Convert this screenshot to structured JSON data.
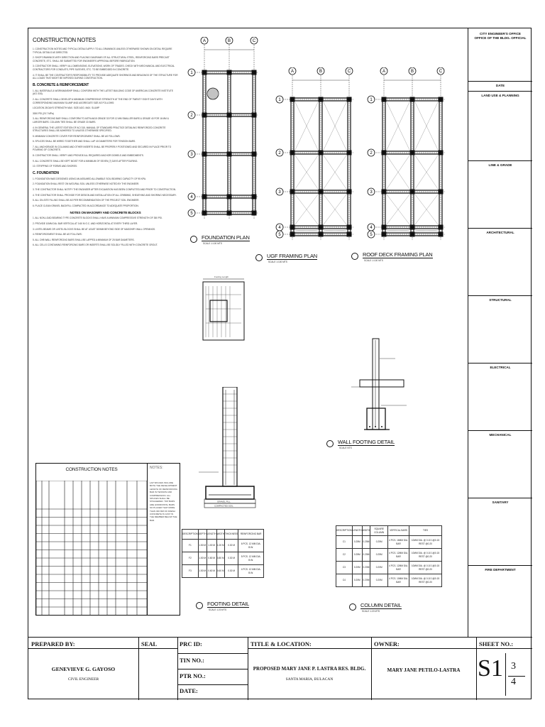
{
  "notes": {
    "title": "CONSTRUCTION NOTES",
    "general": [
      "1. CONSTRUCTION NOTES AND TYPICAL DETAILS APPLY TO ALL DRAWINGS UNLESS OTHERWISE SHOWN ON DETAIL REQUIRE TYPICAL DETAILS AS DIRECTED.",
      "2. SHOP DRAWINGS WITH DIRECTION AND PLACING DIAGRAMS OF ALL STRUCTURAL STEEL, REINFORCING BARS PRECAST CONCRETE, ETC. SHALL BE SUBMITTED FOR ENGINEER'S APPROVAL BEFORE FABRICATION.",
      "3. CONTRACTOR SHALL VERIFY ALL DIMENSIONS, ELEVATIONS, WORK OF TRADES. CHECK WITH MECHANICAL AND ELECTRICAL CONTRACTORS FOR CONDUITS, PIPE SLEEVES, ETC. TO BE EMBEDDED IN CONCRETE.",
      "4. IT SHALL BE THE CONTRACTOR'S RESPONSIBILITY TO PROVIDE ADEQUATE SHORINGS AND BRACINGS OF THE STRUCTURE FOR ALL LOADS THAT MIGHT BE IMPOSED DURING CONSTRUCTION."
    ],
    "section_b": "B. CONCRETE & REINFORCEMENT",
    "concrete": [
      "1. ALL MATERIALS & WORKMANSHIP SHALL CONFORM WITH THE LATEST BUILDING CODE OF AMERICAN CONCRETE INSTITUTE (ACI 318).",
      "2. ALL CONCRETE SHALL DEVELOP A MINIMUM COMPRESSIVE STRENGTH AT THE END OF TWENTY EIGHT DAYS WITH CORRESPONDING MAXIMUM SLUMP AND AGGREGATE SIZE AS FOLLOWS:",
      "LOCATION          28 DAYS STRENGTH          MAX. SIZE AGG.          MAX. SLUMP",
      "                  3000 PSI (20.7 MPa)",
      "3. ALL REINFORCING BAR SHALL CONFORM TO ASTM A615 GRADE 33 FOR 12 MM SMALLER BARS & GRADE 40 FOR 16 MM & LARGER BARS. COLUMN TIES SHALL BE GRADE 33 BARS.",
      "4. IN GENERAL THE LATEST EDITION OF ACI 315, MANUAL OF STANDARD PRACTICE DETAILING REINFORCED CONCRETE STRUCTURES SHALL BE ADHERED TO UNLESS OTHERWISE SPECIFIED.",
      "5. MINIMUM CONCRETE COVER FOR REINFORCEMENT SHALL BE AS FOLLOWS:",
      "6. SPLICES SHALL BE WIRED TOGETHER AND SHALL LAP 40 DIAMETERS FOR TENSION BARS.",
      "7. ALL ANCHORAGE IN COLUMNS AND OTHER INSERTS SHALL BE PROPERLY POSITIONED AND SECURED IN PLACE PRIOR TO POURING OF CONCRETE.",
      "8. CONTRACTOR SHALL VERIFY AND PROVIDE ALL REQUIRED ANCHOR DOWELS AND EMBEDMENTS.",
      "9. ALL CONCRETE SHALL BE KEPT MOIST FOR A MINIMUM OF SEVEN (7) DAYS AFTER POURING.",
      "10. STRIPPING OF FORMS AND SHORES:"
    ],
    "section_c": "C. FOUNDATION",
    "foundation": [
      "1. FOUNDATION WAS DESIGNED USING AN ASSUMED ALLOWABLE SOIL BEARING CAPACITY OF 95 KPA.",
      "2. FOUNDATION SHALL REST ON NATURAL SOIL UNLESS OTHERWISE NOTED BY THE ENGINEER.",
      "3. THE CONTRACTOR SHALL NOTIFY THE ENGINEER AFTER EXCAVATION HAS BEEN COMPLETED AND PRIOR TO CONSTRUCTION.",
      "4. THE CONTRACTOR SHALL PROVIDE FOR DESIGN AND INSTALLATION OF ALL CRIBBING, SHEATHING AND SHORING NECESSARY.",
      "5. ALL ON-SITE FILLING SHALL BE AS PER RECOMMENDATION OF THE PROJECT SOIL ENGINEER.",
      "6. PLACE CLEAN GRAVEL BACKFILL COMPACTED IN ACCORDANCE TO ADEQUATE PROPORTION."
    ],
    "masonry_title": "NOTES ON MASONRY AND CONCRETE BLOCKS",
    "masonry": [
      "1. ALL NON-LOAD BEARING TYPE CONCRETE BLOCKS SHALL HAVE A MINIMUM COMPRESSIVE STRENGTH OF 350 PSI.",
      "2. PROVIDE 10MM DIA. BAR VERTICAL AT 0.60 M O.C. AND HORIZONTAL AT EVERY THIRD LAYER.",
      "3. LINTEL BEAMS OR LINTEL BLOCKS SHALL BE AT LEAST 300MM BEYOND SIDE OF MASONRY WALL OPENINGS.",
      "4. REINFORCEMENT SHALL BE AS FOLLOWS:",
      "5. ALL CHB WALL REINFORCING BARS SHALL BE LAPPED A MINIMUM OF 25 BAR DIAMETERS.",
      "6. ALL CELLS CONTAINING REINFORCING BARS OR INSERTS SHALL BE SOLIDLY FILLED WITH CONCRETE GROUT."
    ]
  },
  "lap_table": {
    "title": "CONSTRUCTION NOTES",
    "notes_label": "NOTES:",
    "notes_text": "LAP SPLICES INCLUDE BOTH THE DEVELOPMENT LENGTH OF REINFORCING BAR IN TENSION AND COMPRESSION. ALL SPLICES SHALL BE STAGGERED. TOP BARS ARE HORIZONTAL BARS SO PLACED THAT MORE THAN 300 MM OF FRESH CONCRETE IS CAST IN THE MEMBER BELOW THE BAR."
  },
  "plans": {
    "foundation": "FOUNDATION PLAN",
    "ugf": "UGF FRAMING PLAN",
    "roof": "ROOF DECK FRAMING PLAN",
    "scale": "SCALE 1:100 MTS",
    "wall_footing": "WALL FOOTING DETAIL",
    "wall_scale": "SCALE NTS",
    "footing": "FOOTING DETAIL",
    "column": "COLUMN DETAIL",
    "detail_scale": "SCALE 1:20 MTS",
    "gravel": "GRAVEL FILL",
    "compacted": "COMPACTED SOIL",
    "footing_length": "Footing Length"
  },
  "footing_schedule": {
    "headers": [
      "DESCRIPTION",
      "DEPTH",
      "LENGTH",
      "WIDTH",
      "THICKNESS",
      "REINFORCING BAR"
    ],
    "rows": [
      [
        "F1",
        "1.50 M",
        "1.00 M",
        "1.00 M",
        "0.30 M",
        "6 PCS. 12 MM DIA. B.W."
      ],
      [
        "F2",
        "1.50 M",
        "0.80 M",
        "0.80 M",
        "0.30 M",
        "5 PCS. 12 MM DIA. B.W."
      ],
      [
        "F3",
        "1.50 M",
        "0.60 M",
        "0.60 M",
        "0.30 M",
        "4 PCS. 12 MM DIA. B.W."
      ]
    ]
  },
  "column_schedule": {
    "headers": [
      "DESCRIPTION",
      "LENGTH",
      "WIDTH",
      "SQUARE COLUMN",
      "VERTICAL BARS",
      "TIES"
    ],
    "rows": [
      [
        "C1",
        "0.25M",
        "0.25M",
        "0.25M",
        "4 PCS. 16MM DIA. BAR",
        "10MM DIA. @ 0.10 1@0.15 REST @0.20"
      ],
      [
        "C2",
        "0.25M",
        "0.25M",
        "0.25M",
        "4 PCS. 12MM DIA. BAR",
        "10MM DIA. @ 0.10 1@0.15 REST @0.20"
      ],
      [
        "C3",
        "0.20M",
        "0.20M",
        "0.20M",
        "4 PCS. 12MM DIA. BAR",
        "10MM DIA. @ 0.10 1@0.15 REST @0.20"
      ],
      [
        "C4",
        "0.20M",
        "0.20M",
        "0.20M",
        "4 PCS. 10MM DIA. BAR",
        "10MM DIA. @ 0.10 1@0.15 REST @0.20"
      ]
    ]
  },
  "right_block": {
    "office1": "CITY ENGINEER'S OFFICE",
    "office2": "OFFICE OF THE BLDG. OFFICIAL",
    "date_label": "DATE",
    "rows": [
      "LAND USE & PLANNING",
      "LINE & GRADE",
      "ARCHITECTURAL",
      "STRUCTURAL",
      "ELECTRICAL",
      "MECHANICAL",
      "SANITARY",
      "FIRE DEPARTMENT"
    ]
  },
  "title_block": {
    "prepared_by": "PREPARED BY:",
    "seal": "SEAL",
    "prc_id": "PRC ID:",
    "tin": "TIN NO.:",
    "ptr": "PTR NO.:",
    "date": "DATE:",
    "title_location": "TITLE & LOCATION:",
    "owner_label": "OWNER:",
    "sheet_label": "SHEET NO.:",
    "engineer": "GENEVIEVE G. GAYOSO",
    "profession": "CIVIL ENGINEER",
    "project": "PROPOSED MARY JANE P. LASTRA RES. BLDG.",
    "location": "SANTA MARIA, BULACAN",
    "owner": "MARY JANE PETILO-LASTRA",
    "sheet": "S1",
    "sheet_of_num": "3",
    "sheet_of_den": "4"
  },
  "grid": {
    "letters": [
      "A",
      "B",
      "C"
    ],
    "numbers": [
      "1",
      "2",
      "3",
      "4",
      "5"
    ]
  }
}
